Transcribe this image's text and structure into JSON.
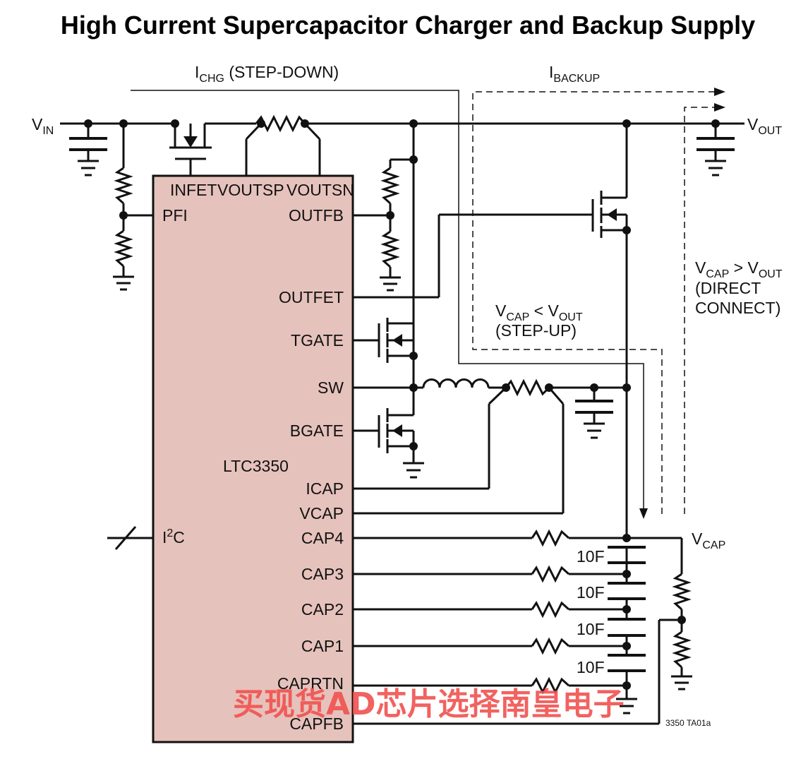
{
  "title": "High Current Supercapacitor Charger and Backup Supply",
  "chip": {
    "name": "LTC3350",
    "pins_top": [
      "INFET",
      "VOUTSP",
      "VOUTSN"
    ],
    "pins_left": [
      "PFI",
      "I",
      "2",
      "C"
    ],
    "pins_right": [
      "OUTFB",
      "OUTFET",
      "TGATE",
      "SW",
      "BGATE",
      "ICAP",
      "VCAP",
      "CAP4",
      "CAP3",
      "CAP2",
      "CAP1",
      "CAPRTN",
      "CAPFB"
    ]
  },
  "labels": {
    "vin_main": "V",
    "vin_sub": "IN",
    "vout_main": "V",
    "vout_sub": "OUT",
    "ichg_main": "I",
    "ichg_sub": "CHG",
    "ichg_rest": " (STEP-DOWN)",
    "ibackup_main": "I",
    "ibackup_sub": "BACKUP",
    "vcap_main": "V",
    "vcap_sub": "CAP",
    "stepup_v1": "V",
    "stepup_s1": "CAP",
    "stepup_op": " < V",
    "stepup_s2": "OUT",
    "stepup_line2": "(STEP-UP)",
    "direct_v1": "V",
    "direct_s1": "CAP",
    "direct_op": " > V",
    "direct_s2": "OUT",
    "direct_line2": "(DIRECT",
    "direct_line3": "CONNECT)",
    "cap_values": [
      "10F",
      "10F",
      "10F",
      "10F"
    ],
    "figure_id": "3350 TA01a"
  },
  "watermark": "买现货AD芯片选择南皇电子"
}
